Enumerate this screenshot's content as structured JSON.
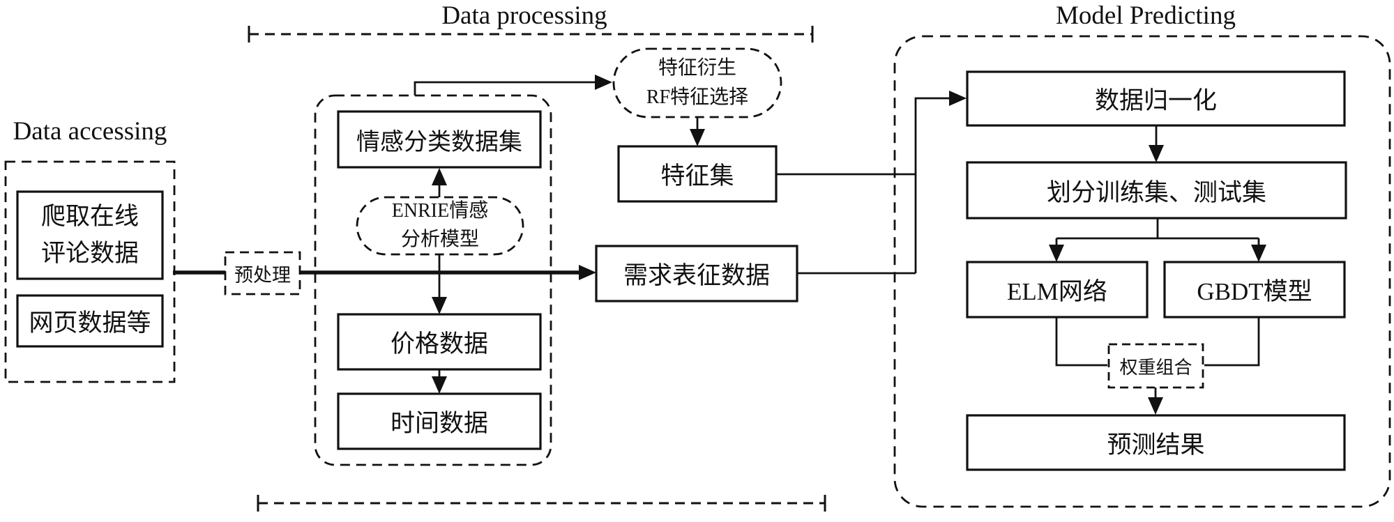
{
  "titles": {
    "data_accessing": "Data accessing",
    "data_processing": "Data processing",
    "model_predicting": "Model Predicting"
  },
  "data_accessing": {
    "crawl_line1": "爬取在线",
    "crawl_line2": "评论数据",
    "web_data": "网页数据等"
  },
  "processing": {
    "preprocess": "预处理",
    "sentiment_dataset": "情感分类数据集",
    "enrie_line1": "ENRIE情感",
    "enrie_line2": "分析模型",
    "price_data": "价格数据",
    "time_data": "时间数据",
    "feature_derive_line1": "特征衍生",
    "feature_derive_line2": "RF特征选择",
    "feature_set": "特征集",
    "demand_data": "需求表征数据"
  },
  "predicting": {
    "normalize": "数据归一化",
    "split": "划分训练集、测试集",
    "elm": "ELM网络",
    "gbdt": "GBDT模型",
    "weight_combine": "权重组合",
    "result": "预测结果"
  },
  "colors": {
    "line": "#111111",
    "background": "#ffffff"
  }
}
